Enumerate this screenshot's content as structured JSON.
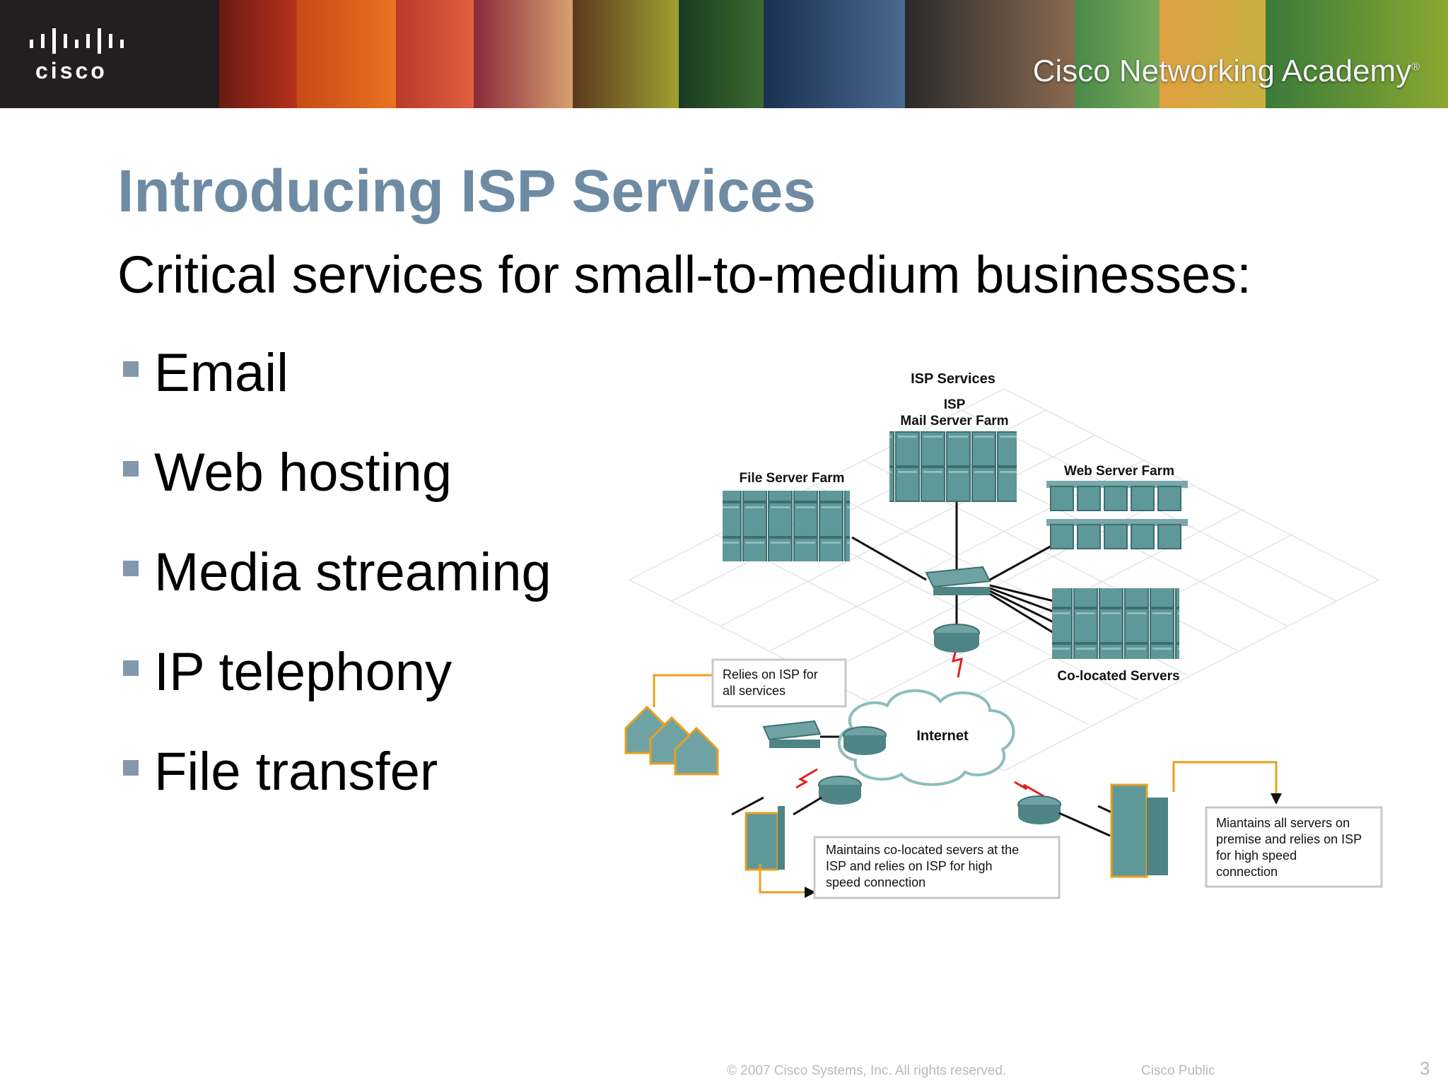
{
  "header": {
    "logo_text": "cisco",
    "academy_text": "Cisco Networking Academy",
    "registered_mark": "®"
  },
  "slide": {
    "title": "Introducing ISP Services",
    "subtitle": "Critical services for small-to-medium businesses:",
    "bullets": [
      "Email",
      "Web hosting",
      "Media streaming",
      "IP telephony",
      "File transfer"
    ]
  },
  "diagram": {
    "title": "ISP Services",
    "mail_farm_label_1": "ISP",
    "mail_farm_label_2": "Mail Server Farm",
    "file_farm_label": "File Server Farm",
    "web_farm_label": "Web Server Farm",
    "colocated_label": "Co-located Servers",
    "internet_label": "Internet",
    "callout_home_1": "Relies on ISP for",
    "callout_home_2": "all services",
    "callout_left_1": "Maintains co-located severs at the",
    "callout_left_2": "ISP and relies on ISP for high",
    "callout_left_3": "speed connection",
    "callout_right_1": "Miantains all servers on",
    "callout_right_2": "premise and relies on ISP",
    "callout_right_3": "for high speed",
    "callout_right_4": "connection"
  },
  "footer": {
    "copyright": "© 2007 Cisco Systems, Inc. All rights reserved.",
    "classification": "Cisco Public",
    "page_number": "3"
  },
  "colors": {
    "title": "#6e8ba3",
    "bullet_square": "#8398ad",
    "device_teal": "#5f9898",
    "accent_orange": "#e8a020",
    "link_red": "#e02020"
  }
}
